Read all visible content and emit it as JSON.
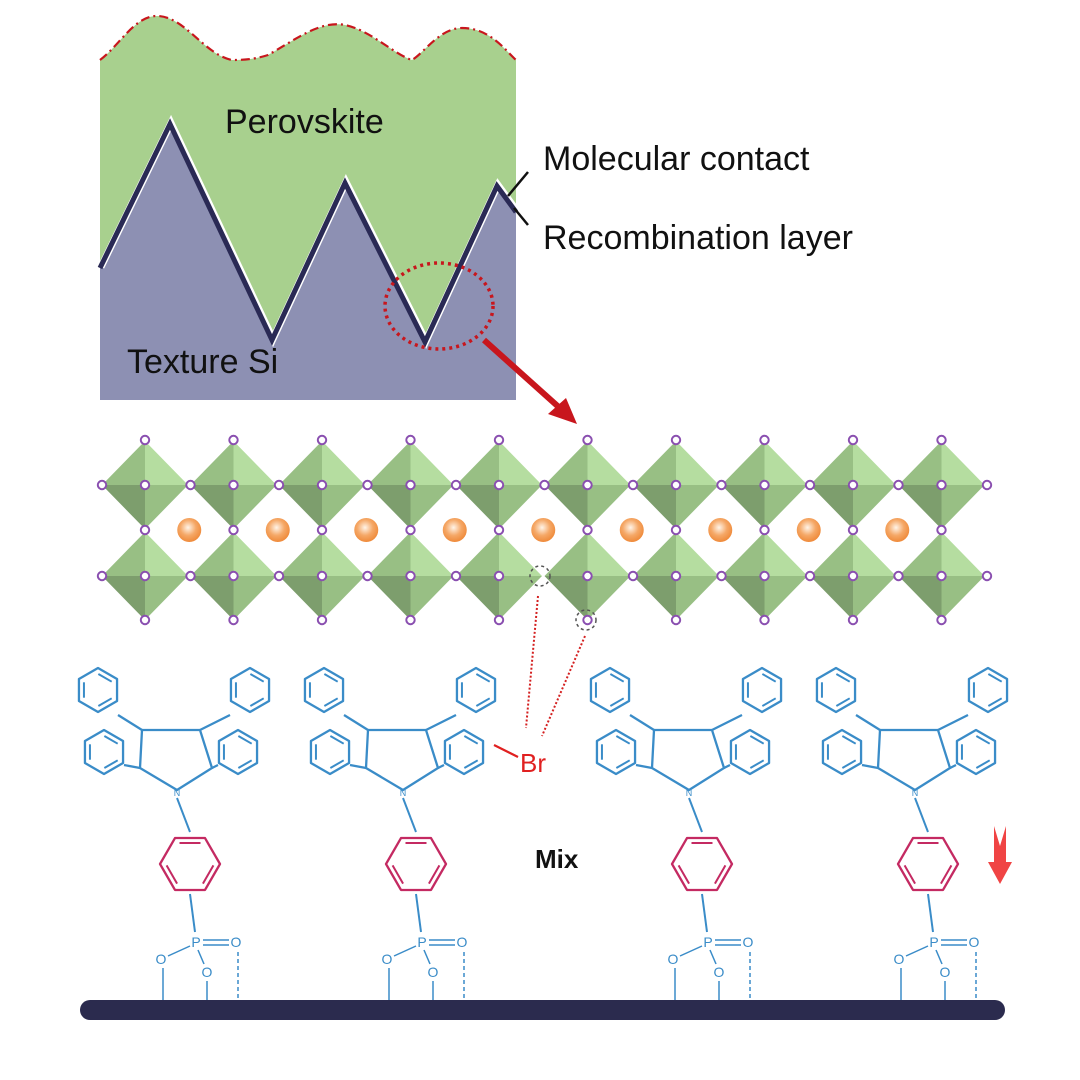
{
  "labels": {
    "perovskite": "Perovskite",
    "texture_si": "Texture Si",
    "molecular_contact": "Molecular contact",
    "recombination_layer": "Recombination layer",
    "mix": "Mix",
    "bromine": "Br",
    "nitrogen": "N",
    "phosphorus": "P",
    "oxygen": "O"
  },
  "colors": {
    "perovskite_fill": "#a8d08e",
    "silicon_fill": "#8d90b3",
    "interface_line": "#2a2a55",
    "highlight_red": "#c8161d",
    "octa_light": "#b5dda0",
    "octa_mid": "#98bf84",
    "octa_dark": "#7d9e6d",
    "halide_atom": "#8a4fb0",
    "a_cation": "#ef8a3a",
    "molecule_blue": "#3a8cc8",
    "phenyl_magenta": "#c42a62",
    "bromine_red": "#e02020",
    "substrate": "#2b2b4e",
    "down_arrow": "#f04444"
  },
  "lattice": {
    "columns": 10,
    "rows": 2
  },
  "molecules": [
    {
      "id": "sam-1",
      "brominated": false
    },
    {
      "id": "sam-2",
      "brominated": true
    },
    {
      "id": "sam-3",
      "brominated": false
    },
    {
      "id": "sam-4",
      "brominated": false
    }
  ]
}
